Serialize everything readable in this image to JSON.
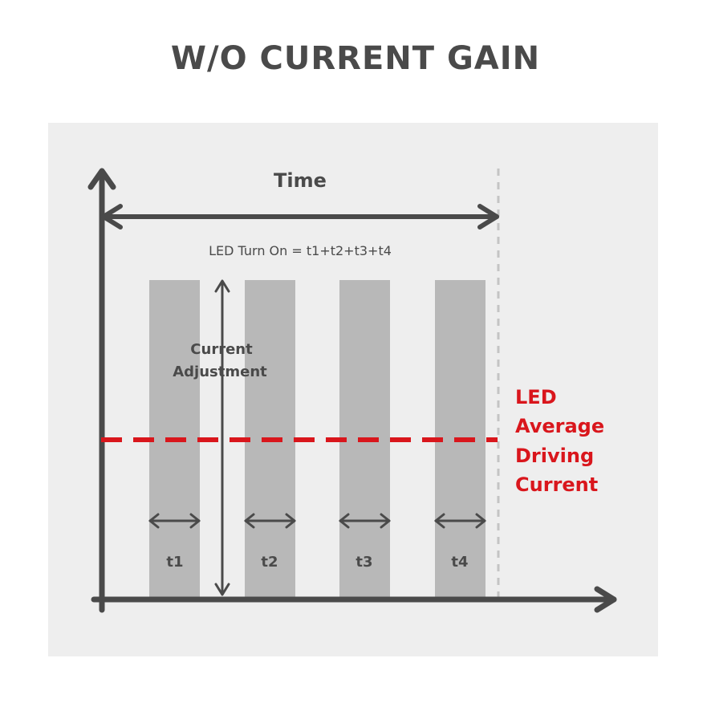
{
  "title": "W/O CURRENT GAIN",
  "time_label": "Time",
  "led_turn_on_label": "LED Turn On = t1+t2+t3+t4",
  "current_adjustment_label": {
    "line1": "Current",
    "line2": "Adjustment"
  },
  "average_current_label": {
    "line1": "LED",
    "line2": "Average",
    "line3": "Driving",
    "line4": "Current"
  },
  "pulses": [
    {
      "label": "t1"
    },
    {
      "label": "t2"
    },
    {
      "label": "t3"
    },
    {
      "label": "t4"
    }
  ],
  "colors": {
    "axis": "#4a4a4a",
    "pulse": "#b8b8b8",
    "panel": "#eeeeee",
    "average_line": "#d9161c",
    "boundary_dashed": "#c4c4c4"
  }
}
